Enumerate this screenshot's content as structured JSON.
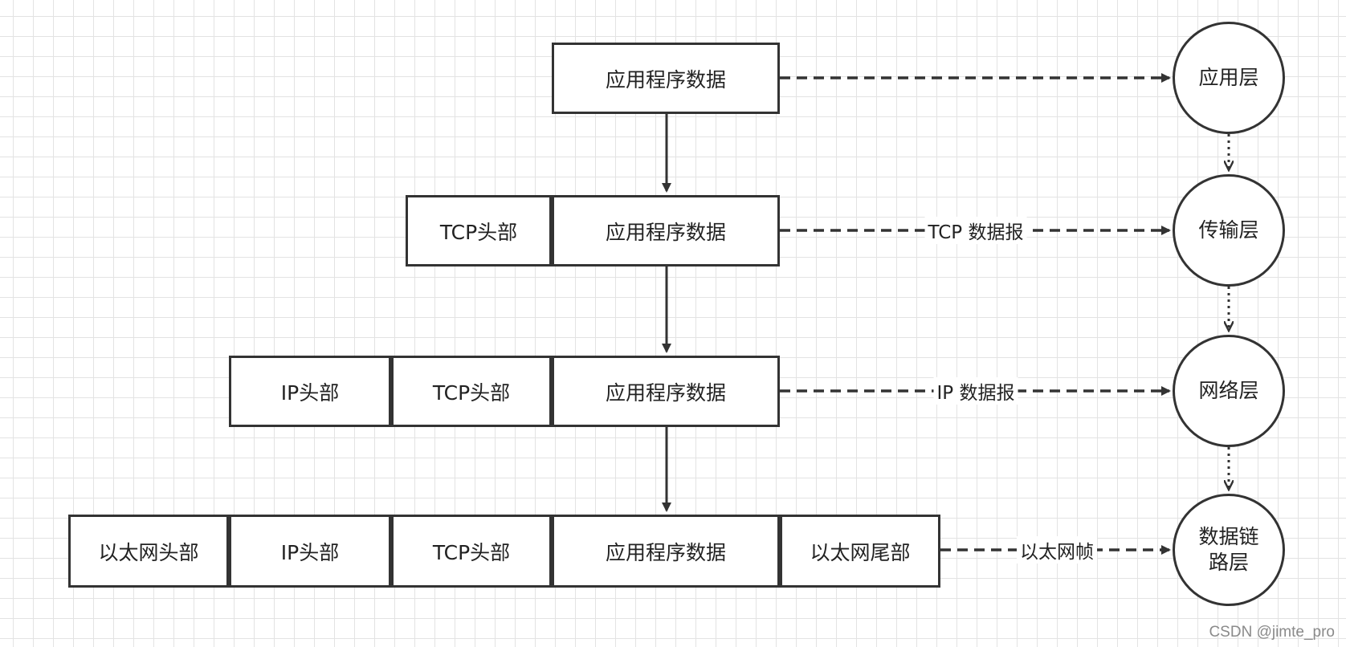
{
  "diagram": {
    "rows": [
      {
        "cells": [
          "应用程序数据"
        ]
      },
      {
        "cells": [
          "TCP头部",
          "应用程序数据"
        ]
      },
      {
        "cells": [
          "IP头部",
          "TCP头部",
          "应用程序数据"
        ]
      },
      {
        "cells": [
          "以太网头部",
          "IP头部",
          "TCP头部",
          "应用程序数据",
          "以太网尾部"
        ]
      }
    ],
    "layers": [
      "应用层",
      "传输层",
      "网络层",
      "数据链路层"
    ],
    "edge_labels": [
      "",
      "TCP 数据报",
      "IP 数据报",
      "以太网帧"
    ],
    "line_color": "#333333",
    "grid_color": "#e3e3e3"
  },
  "watermark": "CSDN @jimte_pro"
}
